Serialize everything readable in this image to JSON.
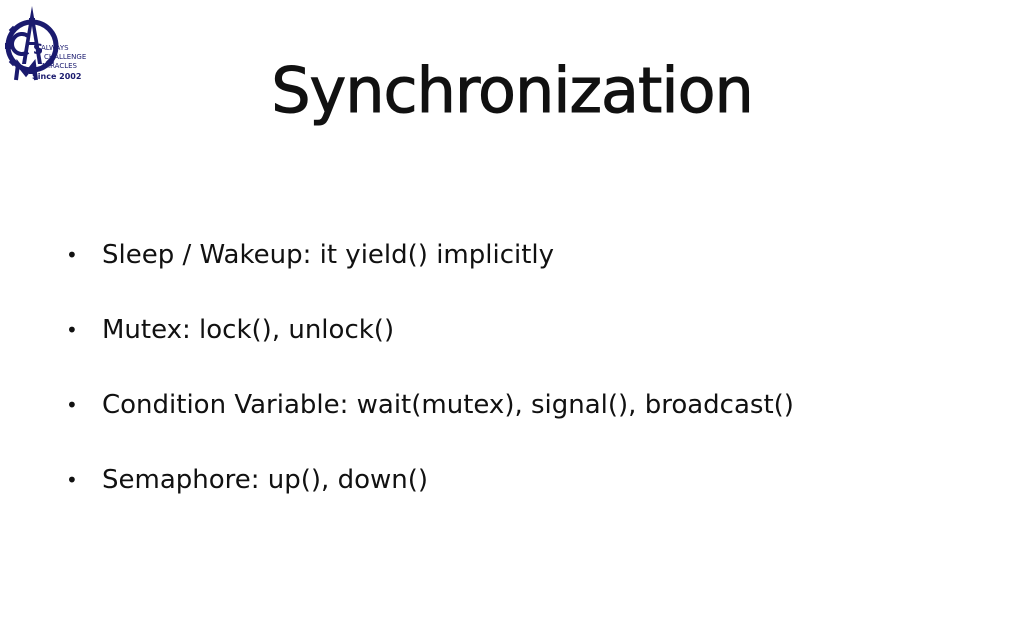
{
  "slide": {
    "title": "Synchronization",
    "logo": {
      "line1": "ALWAYS",
      "line2": "CHALLENGE",
      "line3": "MIRACLES",
      "line4": "Since 2002",
      "color": "#1a1a6e"
    },
    "bullet_symbol": "•",
    "bullets": [
      "Sleep / Wakeup: it yield() implicitly",
      "Mutex: lock(), unlock()",
      "Condition Variable: wait(mutex), signal(), broadcast()",
      "Semaphore: up(), down()"
    ]
  }
}
